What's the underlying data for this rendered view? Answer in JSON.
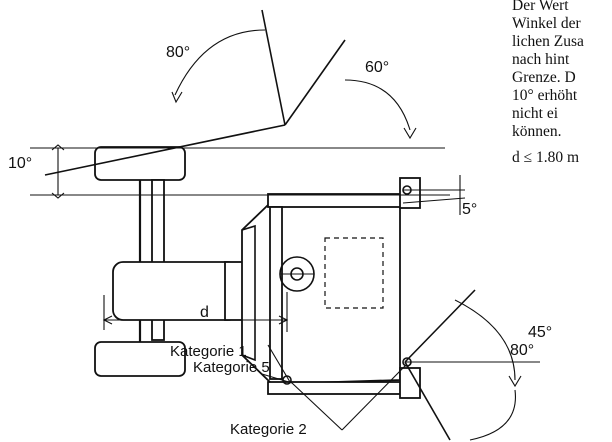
{
  "angles": {
    "a80_top": "80°",
    "a60": "60°",
    "a10": "10°",
    "a5": "5°",
    "a45": "45°",
    "a80_bottom": "80°"
  },
  "dimension": {
    "d": "d"
  },
  "categories": {
    "cat1": "Kategorie 1",
    "cat5": "Kategorie 5",
    "cat2": "Kategorie 2"
  },
  "side_text": {
    "line1": "Der Wert",
    "line2": "Winkel der",
    "line3": "lichen Zusa",
    "line4": "nach hint",
    "line5": "Grenze. D",
    "line6": "10° erhöht",
    "line7": "nicht ei",
    "line8": "können.",
    "formula": "d ≤ 1.80 m"
  }
}
